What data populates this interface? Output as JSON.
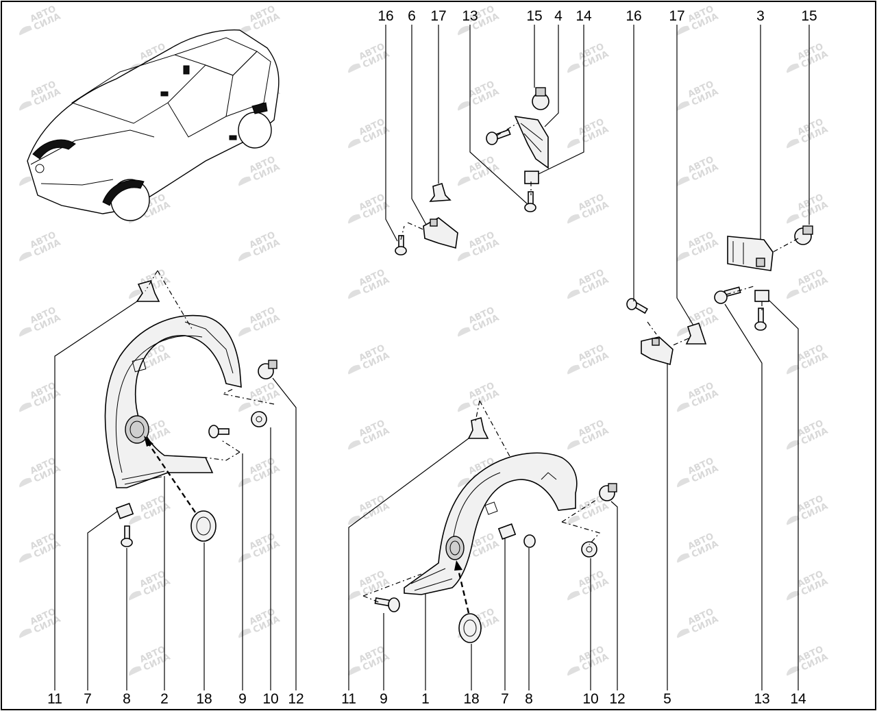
{
  "watermark": {
    "text_top": "АВТО",
    "text_bottom": "СИЛА"
  },
  "callouts": [
    {
      "id": "c16a",
      "label": "16"
    },
    {
      "id": "c6",
      "label": "6"
    },
    {
      "id": "c17a",
      "label": "17"
    },
    {
      "id": "c13a",
      "label": "13"
    },
    {
      "id": "c15a",
      "label": "15"
    },
    {
      "id": "c4",
      "label": "4"
    },
    {
      "id": "c14a",
      "label": "14"
    },
    {
      "id": "c16b",
      "label": "16"
    },
    {
      "id": "c17b",
      "label": "17"
    },
    {
      "id": "c3",
      "label": "3"
    },
    {
      "id": "c15b",
      "label": "15"
    },
    {
      "id": "c11a",
      "label": "11"
    },
    {
      "id": "c7a",
      "label": "7"
    },
    {
      "id": "c8a",
      "label": "8"
    },
    {
      "id": "c2",
      "label": "2"
    },
    {
      "id": "c18a",
      "label": "18"
    },
    {
      "id": "c9a",
      "label": "9"
    },
    {
      "id": "c10a",
      "label": "10"
    },
    {
      "id": "c12a",
      "label": "12"
    },
    {
      "id": "c11b",
      "label": "11"
    },
    {
      "id": "c9b",
      "label": "9"
    },
    {
      "id": "c1",
      "label": "1"
    },
    {
      "id": "c18b",
      "label": "18"
    },
    {
      "id": "c7b",
      "label": "7"
    },
    {
      "id": "c8b",
      "label": "8"
    },
    {
      "id": "c10b",
      "label": "10"
    },
    {
      "id": "c12b",
      "label": "12"
    },
    {
      "id": "c5",
      "label": "5"
    },
    {
      "id": "c13b",
      "label": "13"
    },
    {
      "id": "c14b",
      "label": "14"
    }
  ]
}
